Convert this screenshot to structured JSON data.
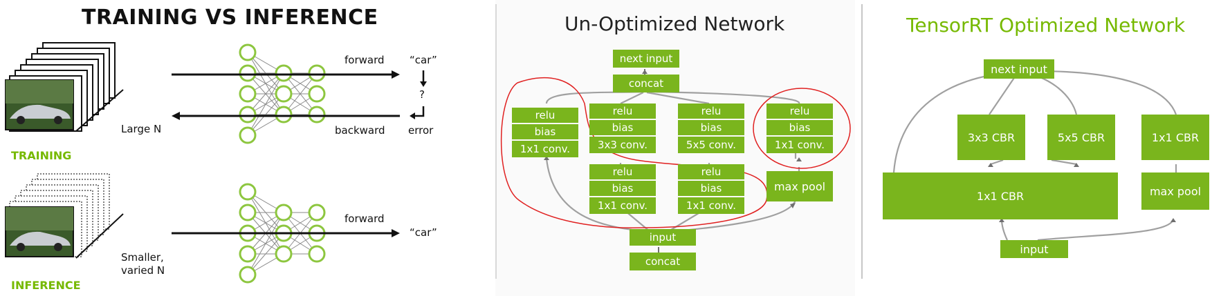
{
  "left": {
    "title": "TRAINING VS INFERENCE",
    "training_label": "TRAINING",
    "inference_label": "INFERENCE",
    "large_n": "Large N",
    "smaller_n_line1": "Smaller,",
    "smaller_n_line2": "varied N",
    "forward": "forward",
    "backward": "backward",
    "car": "“car”",
    "question": "?",
    "error": "error",
    "forward2": "forward",
    "car2": "“car”"
  },
  "middle": {
    "title": "Un-Optimized Network",
    "next_input": "next input",
    "concat_top": "concat",
    "relu": "relu",
    "bias": "bias",
    "conv1x1": "1x1 conv.",
    "conv3x3": "3x3 conv.",
    "conv5x5": "5x5 conv.",
    "max_pool": "max pool",
    "input": "input",
    "concat_bottom": "concat"
  },
  "right": {
    "title": "TensorRT Optimized Network",
    "next_input": "next input",
    "cbr3x3": "3x3 CBR",
    "cbr5x5": "5x5 CBR",
    "cbr1x1_small": "1x1 CBR",
    "cbr1x1_wide": "1x1 CBR",
    "max_pool": "max pool",
    "input": "input"
  },
  "colors": {
    "nvidia_green": "#7ab51d",
    "title_green": "#76b900",
    "circle_red": "#e02020",
    "arrow_gray": "#a0a0a0"
  }
}
